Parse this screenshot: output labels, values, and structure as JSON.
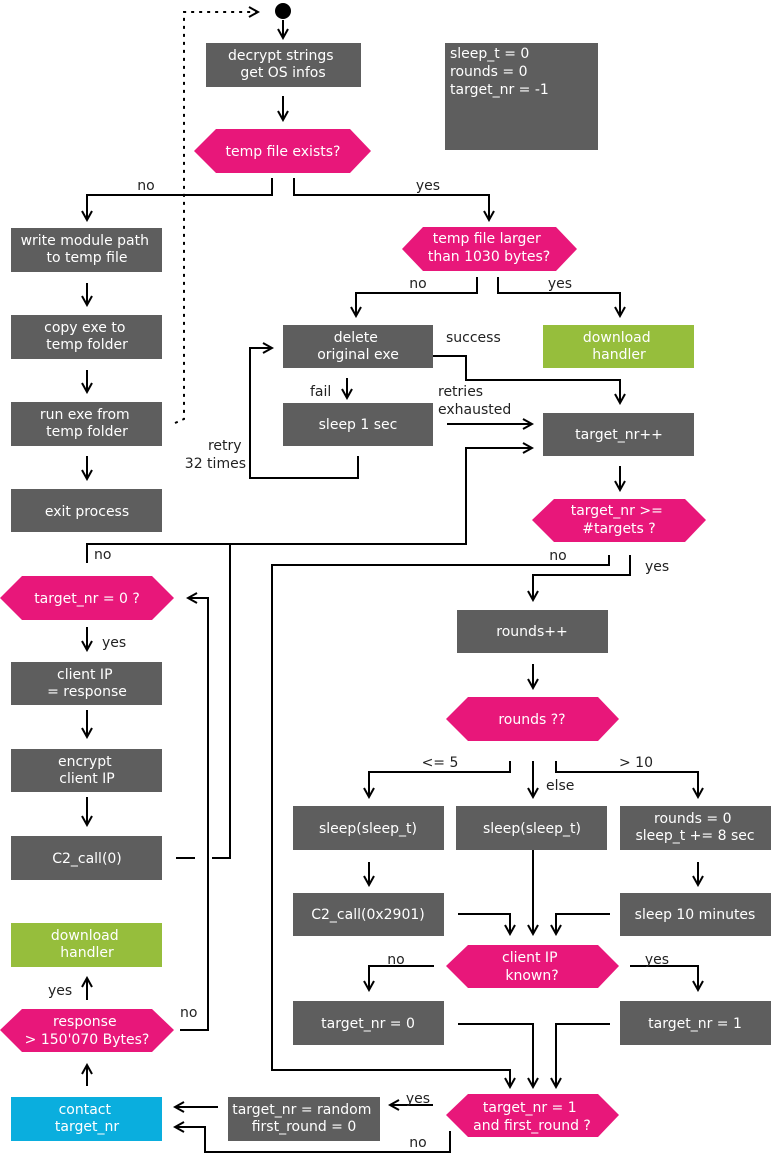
{
  "colors": {
    "process": "#5e5e5e",
    "decision": "#e8177a",
    "handler": "#96be3c",
    "contact": "#0aaede"
  },
  "nodes": {
    "decrypt": [
      "decrypt strings",
      "get OS infos"
    ],
    "init_vars": [
      "sleep_t = 0",
      "rounds = 0",
      "target_nr = -1"
    ],
    "temp_exists": [
      "temp file exists?"
    ],
    "write_path": [
      "write module path",
      "to temp file"
    ],
    "temp_larger": [
      "temp file larger",
      "than 1030 bytes?"
    ],
    "copy_exe": [
      "copy exe to",
      "temp folder"
    ],
    "delete_exe": [
      "delete",
      "original exe"
    ],
    "download_handler_top": [
      "download",
      "handler"
    ],
    "run_exe": [
      "run exe from",
      "temp folder"
    ],
    "sleep_1": [
      "sleep 1 sec"
    ],
    "target_inc": [
      "target_nr++"
    ],
    "exit": [
      "exit process"
    ],
    "target_ge": [
      "target_nr >=",
      "#targets ?"
    ],
    "target_zero": [
      "target_nr = 0 ?"
    ],
    "rounds_inc": [
      "rounds++"
    ],
    "client_ip_resp": [
      "client IP",
      "= response"
    ],
    "rounds_q": [
      "rounds ??"
    ],
    "encrypt_ip": [
      "encrypt",
      "client IP"
    ],
    "sleep_a": [
      "sleep(sleep_t)"
    ],
    "sleep_b": [
      "sleep(sleep_t)"
    ],
    "rounds_reset": [
      "rounds = 0",
      "sleep_t += 8 sec"
    ],
    "c2_call0": [
      "C2_call(0)"
    ],
    "c2_call2901": [
      "C2_call(0x2901)"
    ],
    "sleep_10": [
      "sleep 10 minutes"
    ],
    "download_handler_bottom": [
      "download",
      "handler"
    ],
    "client_ip_known": [
      "client IP",
      "known?"
    ],
    "response_q": [
      "response",
      "> 150'070 Bytes?"
    ],
    "target_eq0": [
      "target_nr = 0"
    ],
    "target_eq1": [
      "target_nr = 1"
    ],
    "contact": [
      "contact",
      "target_nr"
    ],
    "target_random": [
      "target_nr = random",
      "first_round = 0"
    ],
    "first_round_q": [
      "target_nr = 1",
      "and first_round ?"
    ]
  },
  "labels": {
    "no_write": "no",
    "yes_larger": "yes",
    "no_delete": "no",
    "yes_download": "yes",
    "success": "success",
    "fail": "fail",
    "retries": [
      "retries",
      "exhausted"
    ],
    "retry": [
      "retry",
      "32 times"
    ],
    "no_targetzero": "no",
    "no_targetge": "no",
    "yes_targetge": "yes",
    "yes_clientip": "yes",
    "le5": "<= 5",
    "gt10": "> 10",
    "else": "else",
    "no_ipknown": "no",
    "yes_ipknown": "yes",
    "yes_download_bottom": "yes",
    "no_response": "no",
    "yes_random": "yes",
    "no_contact": "no"
  }
}
